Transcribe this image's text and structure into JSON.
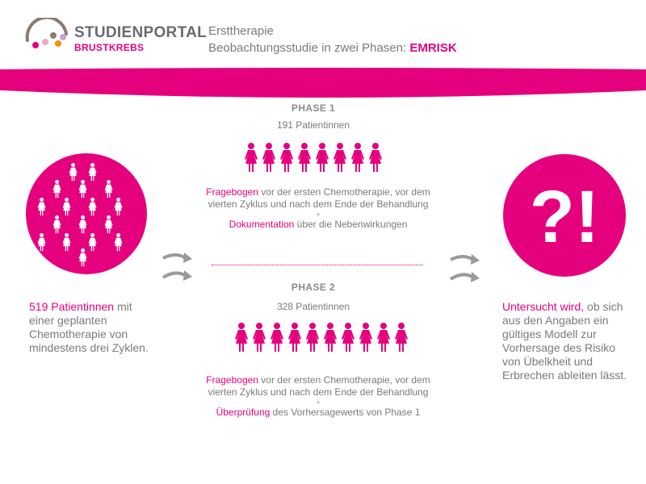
{
  "logo": {
    "line1": "STUDIENPORTAL",
    "line2": "BRUSTKREBS"
  },
  "header": {
    "title": "Ersttherapie",
    "subtitle_prefix": "Beobachtungsstudie in zwei Phasen: ",
    "subtitle_highlight": "EMRISK"
  },
  "colors": {
    "accent": "#e5007e",
    "text": "#7a7a7a",
    "arrow": "#9a9a9a"
  },
  "left": {
    "count_highlight": "519 Patientinnen",
    "text_after": " mit einer geplanten Chemotherapie von mindestens drei Zyklen.",
    "icon_count": 17
  },
  "phase1": {
    "title": "PHASE 1",
    "count": "191 Patientinnen",
    "icon_count": 8,
    "desc_hl1": "Fragebogen",
    "desc_text1": " vor der ersten Chemotherapie, vor dem vierten Zyklus und nach dem Ende der Behandlung",
    "plus": "+",
    "desc_hl2": "Dokumentation",
    "desc_text2": " über die Nebenwirkungen"
  },
  "phase2": {
    "title": "PHASE 2",
    "count": "328 Patientinnen",
    "icon_count": 10,
    "desc_hl1": "Fragebogen",
    "desc_text1": " vor der ersten Chemotherapie, vor dem vierten Zyklus und nach dem Ende der Behandlung",
    "plus": "+",
    "desc_hl2": "Überprüfung",
    "desc_text2": " des Vorhersagewerts von Phase 1"
  },
  "right": {
    "symbol": "?!",
    "text_highlight": "Untersucht wird,",
    "text_after": " ob sich aus den Angaben ein gültiges Modell zur Vorhersage des Risiko von Übelkheit und Erbrechen ableiten lässt."
  }
}
